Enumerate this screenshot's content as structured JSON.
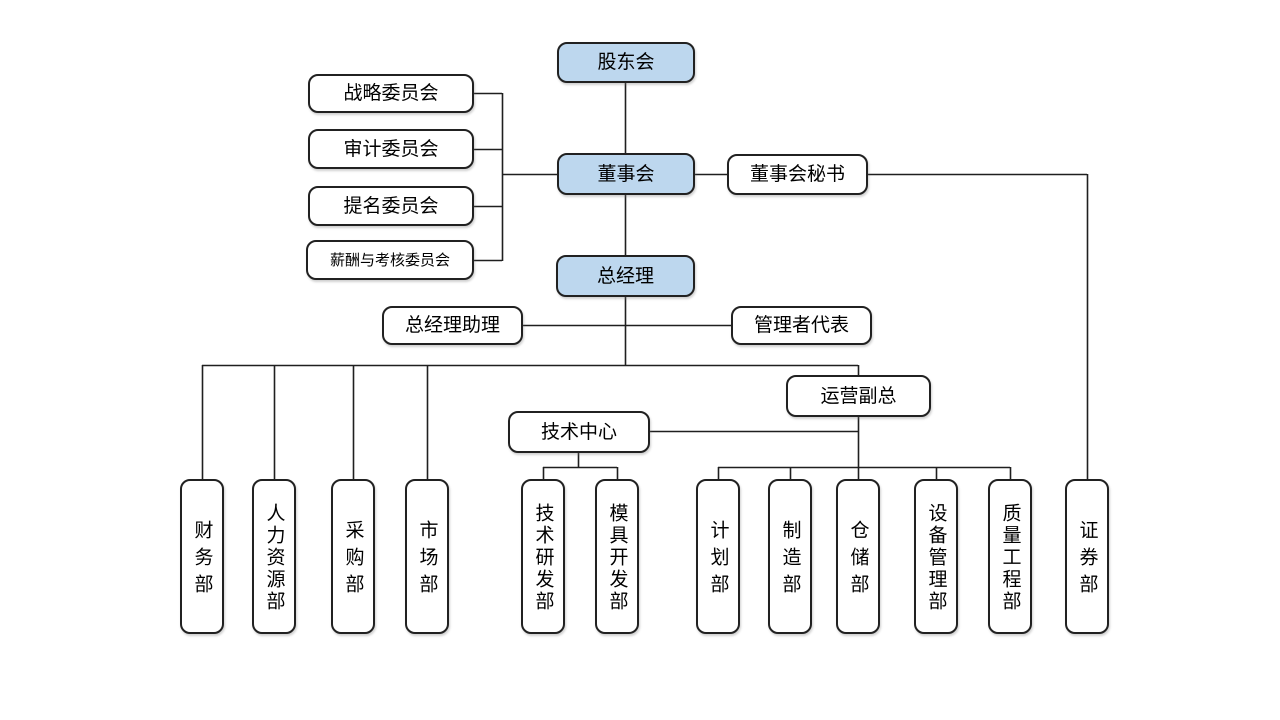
{
  "diagram": {
    "type": "org-chart",
    "background": "#ffffff",
    "colors": {
      "accent_fill": "#bdd7ee",
      "box_fill": "#ffffff",
      "box_border": "#212121",
      "line": "#1f1f1f",
      "text": "#000000"
    },
    "nodes": {
      "shareholders": "股东会",
      "board": "董事会",
      "board_secretary": "董事会秘书",
      "board_committees": [
        "战略委员会",
        "审计委员会",
        "提名委员会",
        "薪酬与考核委员会"
      ],
      "general_manager": "总经理",
      "gm_assistant": "总经理助理",
      "management_representative": "管理者代表",
      "operations_vp": "运营副总",
      "tech_center": "技术中心",
      "gm_departments": [
        "财务部",
        "人力资源部",
        "采购部",
        "市场部"
      ],
      "tech_center_departments": [
        "技术研发部",
        "模具开发部"
      ],
      "operations_departments": [
        "计划部",
        "制造部",
        "仓储部",
        "设备管理部",
        "质量工程部"
      ],
      "secretary_departments": [
        "证券部"
      ]
    }
  }
}
